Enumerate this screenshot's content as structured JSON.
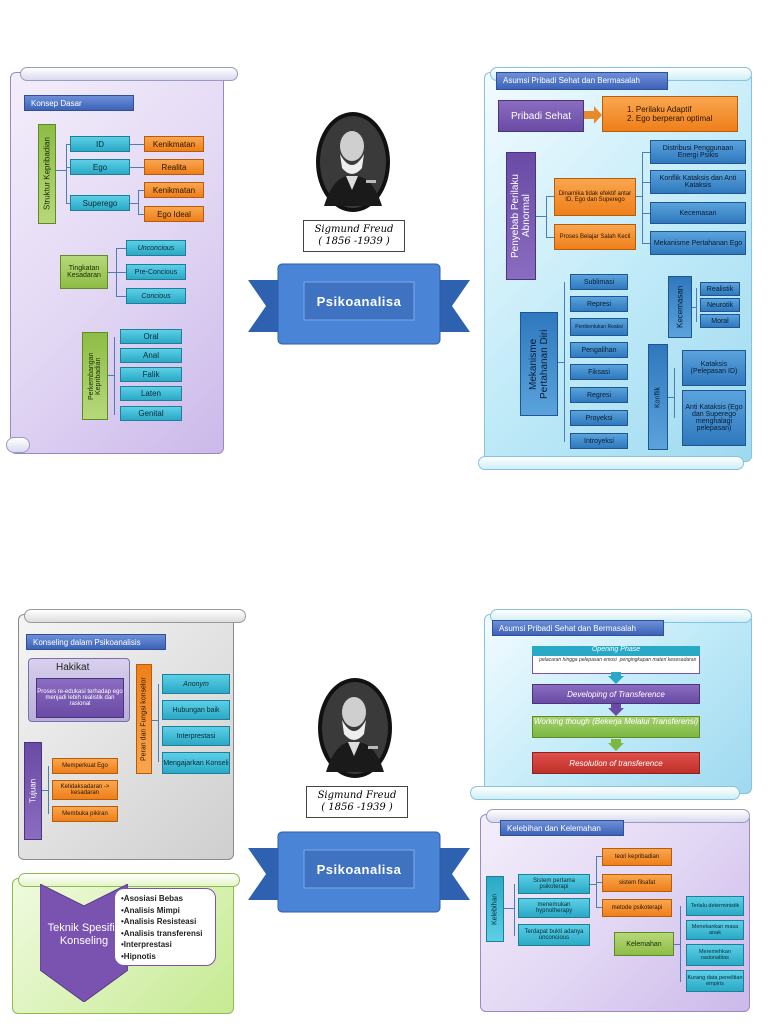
{
  "top": {
    "konsep": {
      "header": "Konsep Dasar",
      "struktur_label": "Struktur Kepribadian",
      "rows": [
        {
          "id": "ID",
          "val": [
            "Kenikmatan"
          ]
        },
        {
          "id": "Ego",
          "val": [
            "Realita"
          ]
        },
        {
          "id": "Superego",
          "val": [
            "Kenikmatan",
            "Ego Ideal"
          ]
        }
      ],
      "tingkat_label": "Tingkatan Kesadaran",
      "tingkat": [
        "Unconcious",
        "Pre-Concious",
        "Concious"
      ],
      "perkembangan_label": "Perkembangan Kepribadian",
      "perkembangan": [
        "Oral",
        "Anal",
        "Falik",
        "Laten",
        "Genital"
      ]
    },
    "freud": {
      "name": "Sigmund Freud",
      "years": "( 1856 -1939 )"
    },
    "banner": "Psikoanalisa",
    "asumsi": {
      "header": "Asumsi Pribadi Sehat dan Bermasalah",
      "sehat_label": "Pribadi Sehat",
      "sehat_items": [
        "1.   Perilaku Adaptif",
        "2.   Ego berperan optimal"
      ],
      "penyebab_label": "Penyebab Perilaku Abnormal",
      "dinamika": "Dinamika tidak efektif antar ID, Ego dan Superego",
      "proses": "Proses Belajar Salah Kecil",
      "dinamika_items": [
        "Distribusi Penggunaan Energi Psikis",
        "Konflik Kataksis dan Anti Kataksis",
        "Kecemasan",
        "Mekanisme Pertahanan Ego"
      ],
      "mekanisme_label": "Mekanisme Pertahanan Diri",
      "mekanisme": [
        "Sublimasi",
        "Represi",
        "Pembentukan Reaksi",
        "Pengalihan",
        "Fiksasi",
        "Regresi",
        "Proyeksi",
        "Introyeksi"
      ],
      "kecemasan_label": "Kecemasan",
      "kecemasan": [
        "Realistik",
        "Neurotik",
        "Moral"
      ],
      "konflik_label": "Konflik",
      "konflik": [
        "Kataksis (Pelepasan ID)",
        "Anti Kataksis (Ego dan Superego menghalagi pelepasan)"
      ]
    }
  },
  "bottom": {
    "konseling": {
      "header": "Konseling dalam Psikoanalisis",
      "hakikat_label": "Hakikat",
      "hakikat_text": "Proses re-edukasi terhadap ego menjadi lebih realistik dan rasional",
      "peran_label": "Peran dan Fungsi konselor",
      "peran": [
        "Anonym",
        "Hubungan baik",
        "Interprestasi",
        "Mengajarkan Konseli"
      ],
      "tujuan_label": "Tujuan",
      "tujuan": [
        "Memperkuat Ego",
        "Ketidaksadaran -> kesadaran",
        "Membuka pikiran"
      ]
    },
    "teknik": {
      "label": "Teknik Spesifik Konseling",
      "items": [
        "•Asosiasi Bebas",
        "•Analisis Mimpi",
        "•Analisis Resisteasi",
        "•Analisis transferensi",
        "•Interprestasi",
        "•Hipnotis"
      ]
    },
    "freud": {
      "name": "Sigmund Freud",
      "years": "( 1856 -1939 )"
    },
    "banner": "Psikoanalisa",
    "asumsi": {
      "header": "Asumsi Pribadi Sehat dan Bermasalah",
      "phase": "Opening Phase",
      "phase_left": "pelacaran hingga pelepasan emosi",
      "phase_right": "pengingkapan materi kesesadaran",
      "steps": [
        "Developing of Transference",
        "Working though (Bekerja Melalui Transferensi)",
        "Resolution of transference"
      ]
    },
    "kelebihan": {
      "header": "Kelebihan dan Kelemahan",
      "kelebihan_label": "Kelebihan",
      "kelebihan": [
        "Sistem pertama psikoterapi",
        "menemukan hypnotherapy",
        "Terdapat bukti adanya unconcious"
      ],
      "kelebihan_right": [
        "teori kepribadian",
        "sistem filsafat",
        "metode psikoterapi"
      ],
      "kelemahan_label": "Kelemahan",
      "kelemahan": [
        "Terlalu deterministik",
        "Menekankan masa anak",
        "Meremehkan rasionalitas",
        "Kurang data penelitian empiris"
      ]
    }
  }
}
